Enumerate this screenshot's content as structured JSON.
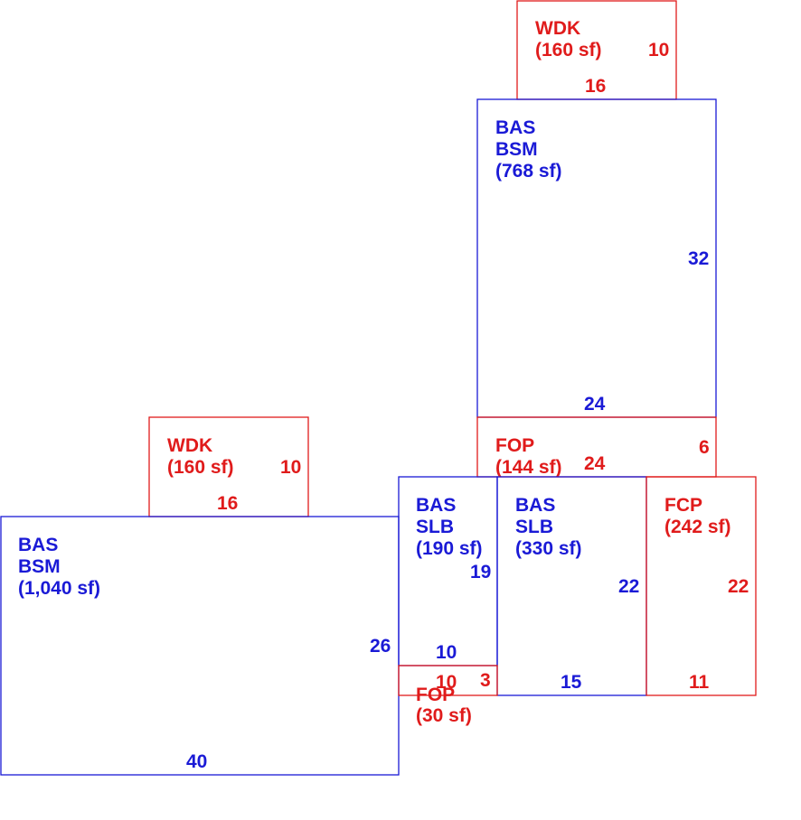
{
  "colors": {
    "living": "#1a1ad6",
    "porch": "#e01b1b"
  },
  "areas": {
    "wdk_top": {
      "code": "WDK",
      "size": "(160 sf)",
      "dim_right": "10",
      "dim_bottom": "16"
    },
    "bas_bsm_top": {
      "code1": "BAS",
      "code2": "BSM",
      "size": "(768 sf)",
      "dim_right": "32",
      "dim_bottom": "24"
    },
    "fop_mid": {
      "code": "FOP",
      "size": "(144 sf)",
      "dim_right": "6",
      "dim_bottom": "24"
    },
    "wdk_left": {
      "code": "WDK",
      "size": "(160 sf)",
      "dim_right": "10",
      "dim_bottom": "16"
    },
    "bas_bsm_left": {
      "code1": "BAS",
      "code2": "BSM",
      "size": "(1,040 sf)",
      "dim_right": "26",
      "dim_bottom": "40"
    },
    "bas_slb_190": {
      "code1": "BAS",
      "code2": "SLB",
      "size": "(190 sf)",
      "dim_right": "19",
      "dim_bottom": "10"
    },
    "bas_slb_330": {
      "code1": "BAS",
      "code2": "SLB",
      "size": "(330 sf)",
      "dim_right": "22",
      "dim_bottom": "15"
    },
    "fcp": {
      "code": "FCP",
      "size": "(242 sf)",
      "dim_right": "22",
      "dim_bottom": "11"
    },
    "fop_small": {
      "code": "FOP",
      "size": "(30 sf)",
      "dim_right": "3",
      "dim_bottom": "10"
    }
  }
}
